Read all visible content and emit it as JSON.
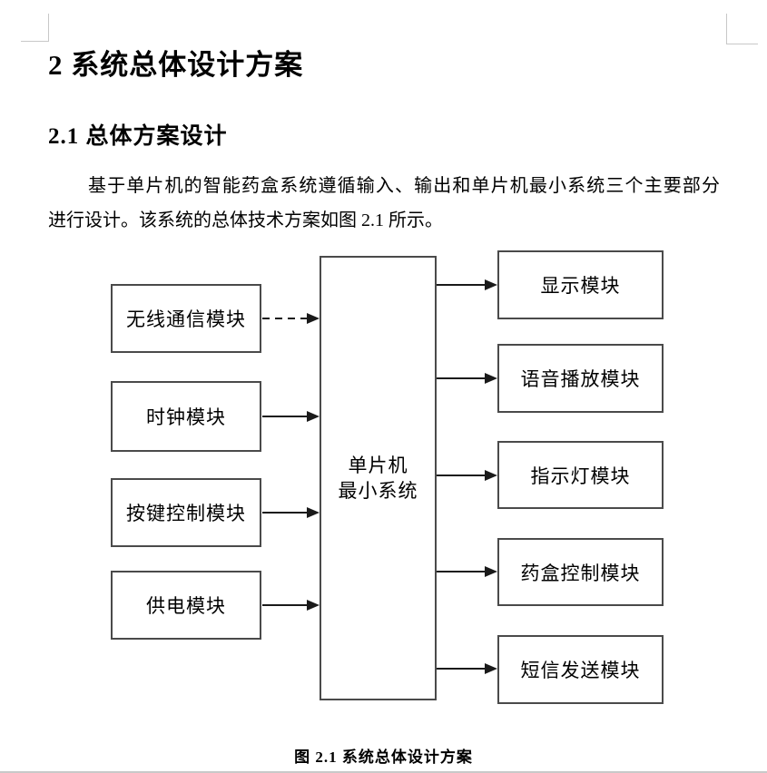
{
  "document": {
    "heading1": "2 系统总体设计方案",
    "heading2": "2.1 总体方案设计",
    "paragraph": {
      "line1": "基于单片机的智能药盒系统遵循输入、输出和单片机最小系统三个主要部分",
      "line2": "进行设计。该系统的总体技术方案如图 2.1 所示。"
    },
    "figure_caption": "图 2.1  系统总体设计方案"
  },
  "diagram": {
    "center": {
      "label_line1": "单片机",
      "label_line2": "最小系统"
    },
    "inputs": [
      {
        "label": "无线通信模块",
        "connector": "dashed-arrow"
      },
      {
        "label": "时钟模块",
        "connector": "solid-arrow"
      },
      {
        "label": "按键控制模块",
        "connector": "solid-arrow"
      },
      {
        "label": "供电模块",
        "connector": "solid-arrow"
      }
    ],
    "outputs": [
      {
        "label": "显示模块"
      },
      {
        "label": "语音播放模块"
      },
      {
        "label": "指示灯模块"
      },
      {
        "label": "药盒控制模块"
      },
      {
        "label": "短信发送模块"
      }
    ]
  },
  "colors": {
    "box_border": "#4a4a4a",
    "connector_line": "#1a1a1a",
    "crop_mark": "#c8c8c8",
    "text": "#000000",
    "page_background": "#ffffff"
  }
}
